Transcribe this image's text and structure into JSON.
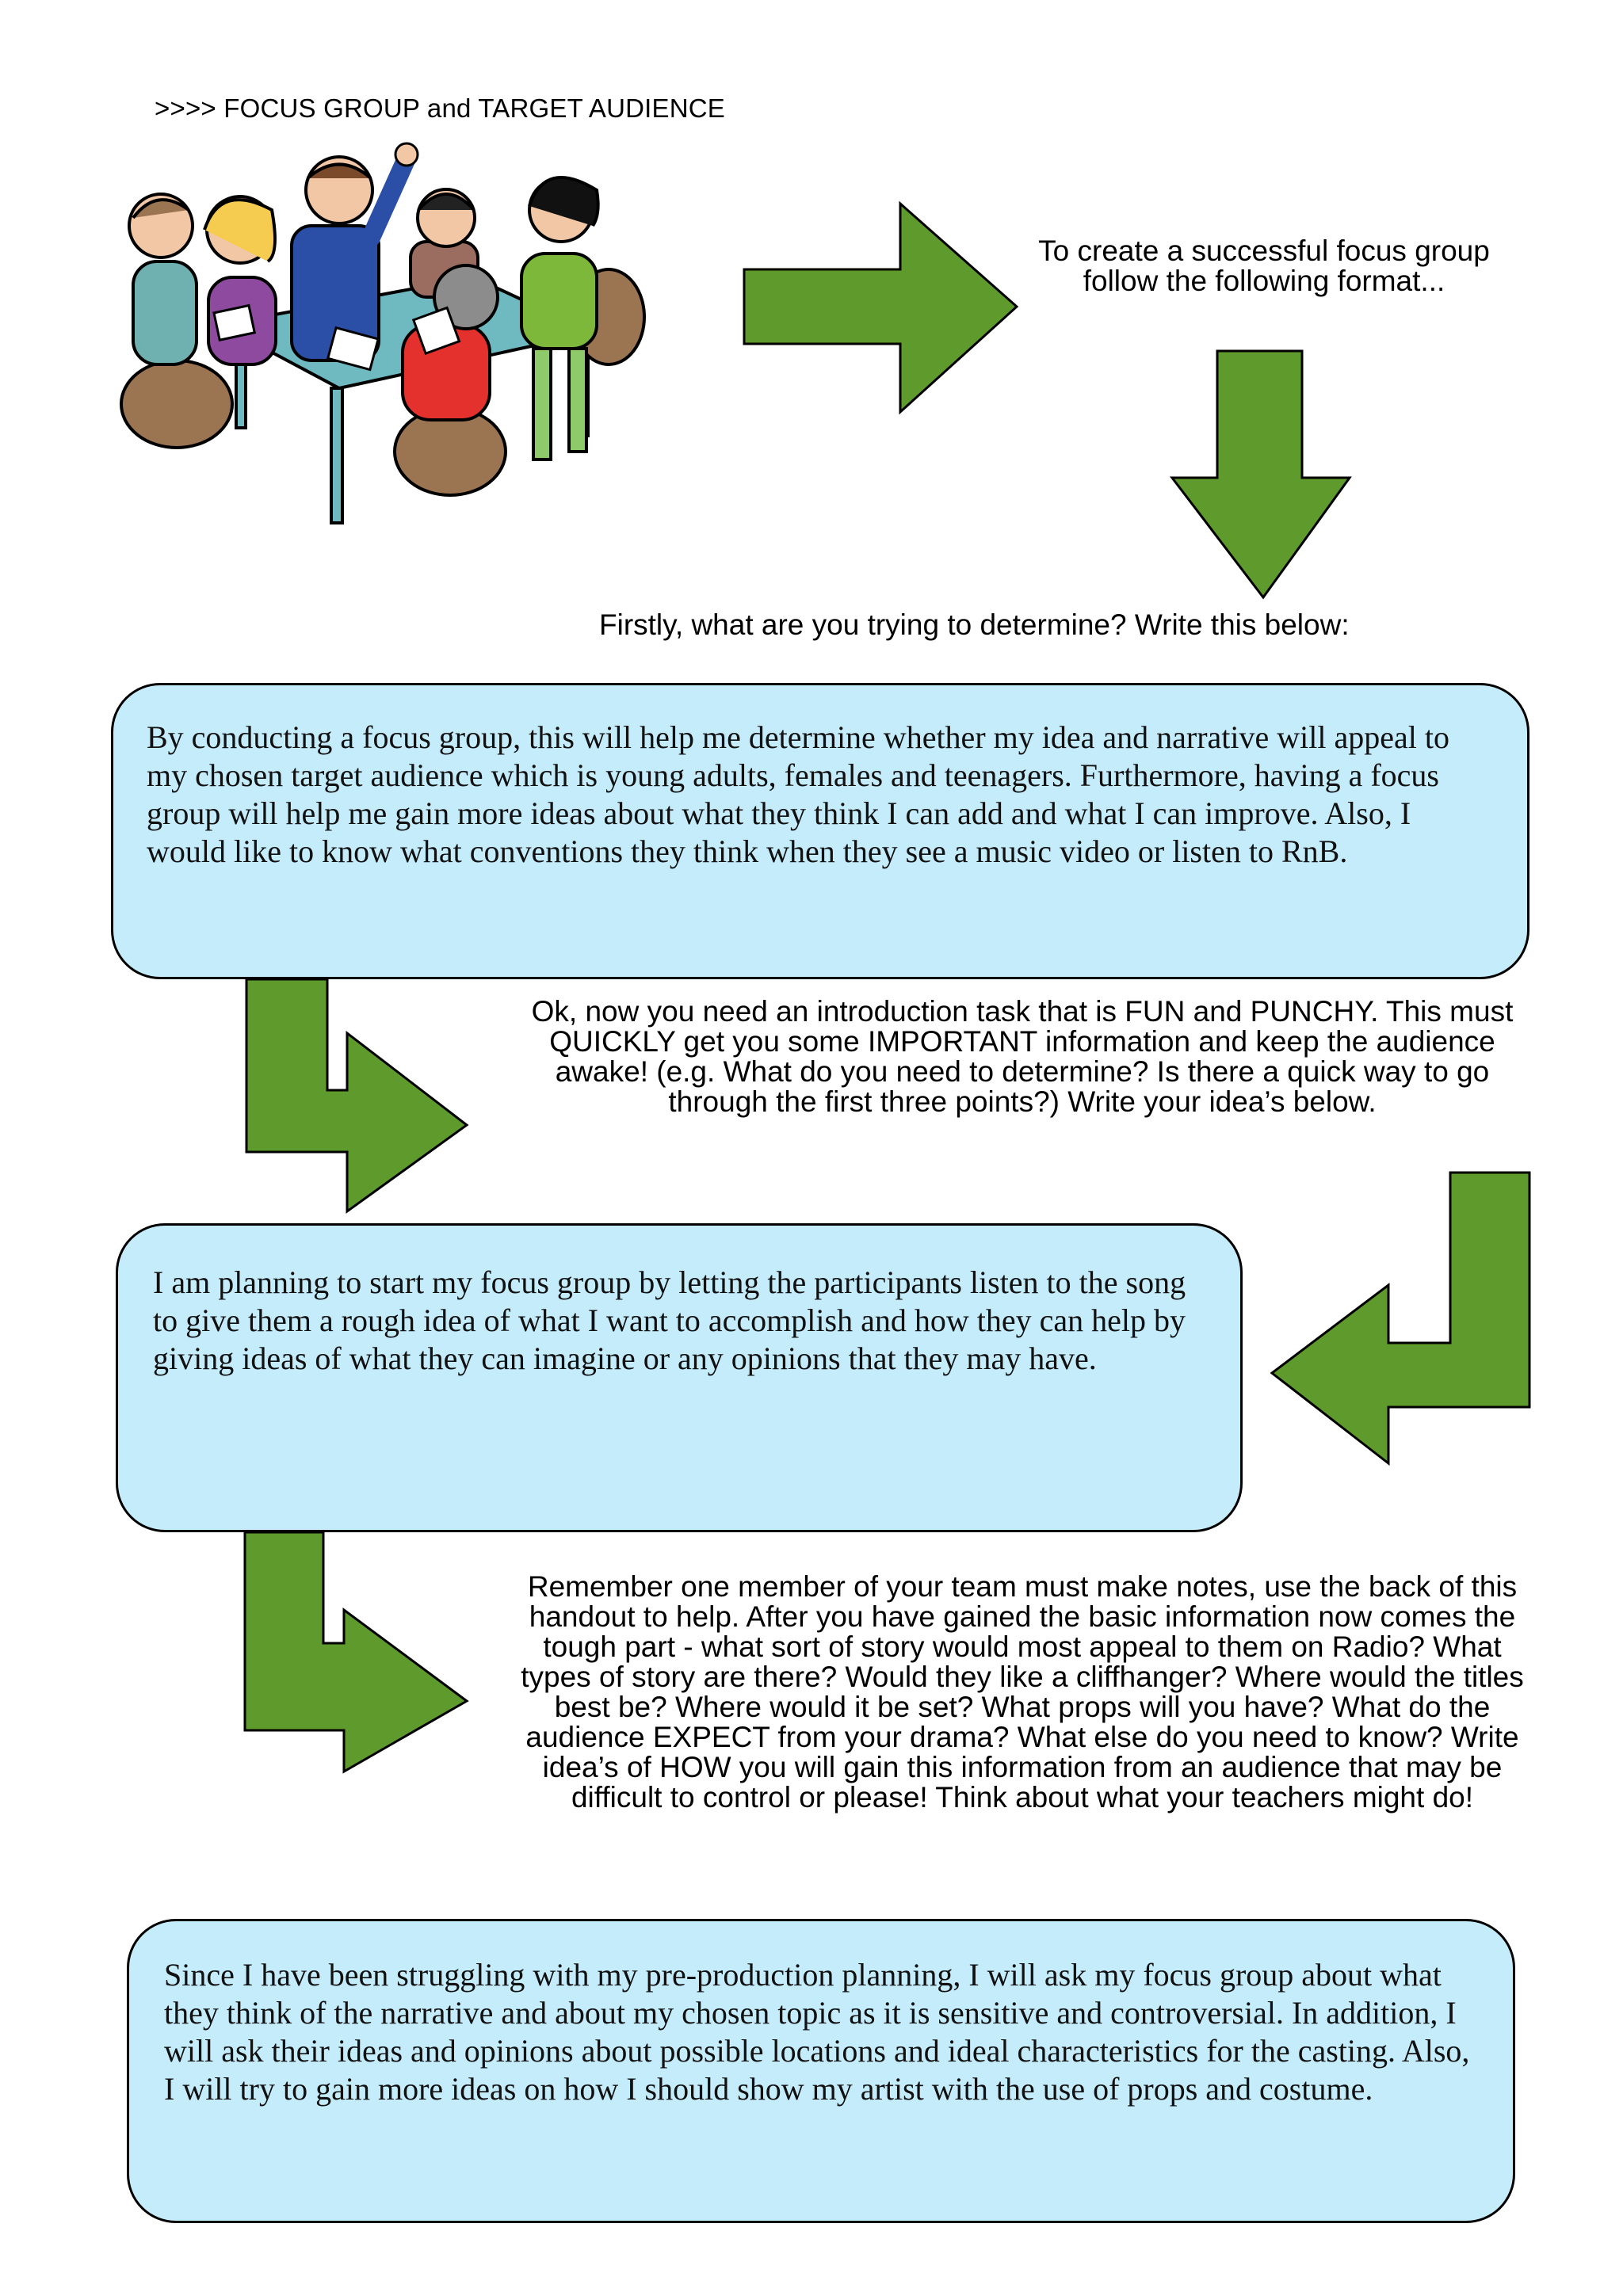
{
  "heading": ">>>> FOCUS GROUP and TARGET AUDIENCE",
  "illustration": {
    "name": "focus-group-meeting-illustration"
  },
  "intro_prompt": {
    "line1": "To create a successful focus group",
    "line2": "follow the following format..."
  },
  "question1": "Firstly, what are you trying to determine? Write this below:",
  "answer1": "By conducting a focus group, this will help me determine whether my idea and narrative will appeal to my chosen target audience which is young adults, females and teenagers. Furthermore, having a focus group will help me gain more ideas about what they think I can add and what I can improve. Also, I would like to know what conventions they think when they see a music video or listen to RnB.",
  "question2": {
    "line1": "Ok, now you need an introduction task that is FUN and PUNCHY. This must",
    "line2": "QUICKLY get you some IMPORTANT information and keep the audience",
    "line3": "awake! (e.g. What do you need to determine? Is there a quick way to go",
    "line4": "through the first three points?) Write your idea’s below."
  },
  "answer2": "I am planning to start my focus group by letting the participants listen to the song to give them a rough idea of what I want to accomplish and how they can help by giving ideas of what they can imagine or any opinions that they may have.",
  "question3": {
    "line1": "Remember one member of your team must make notes, use the back of this",
    "line2": "handout to help. After you have gained the basic information now comes the",
    "line3": "tough part - what sort of story would most appeal to them on Radio? What",
    "line4": "types of story are there? Would they like a cliffhanger? Where would the titles",
    "line5": "best be? Where would it be set? What props will you have? What do the",
    "line6": "audience EXPECT from your drama? What else do you need to know? Write",
    "line7": "idea’s of HOW you will gain this information from an audience that may be",
    "line8": "difficult to control or please! Think about what your teachers might do!"
  },
  "answer3": "Since I have been struggling with my pre-production planning, I will ask my focus group about what they think of the narrative and about my chosen topic as it is sensitive and controversial. In addition, I will ask their ideas and opinions about possible locations and ideal characteristics for the casting. Also, I will try to gain more ideas on how I should show my artist with the use of props and costume.",
  "colors": {
    "arrow_fill": "#5f9a2c",
    "box_fill": "#c5ecfb",
    "outline": "#000000"
  }
}
